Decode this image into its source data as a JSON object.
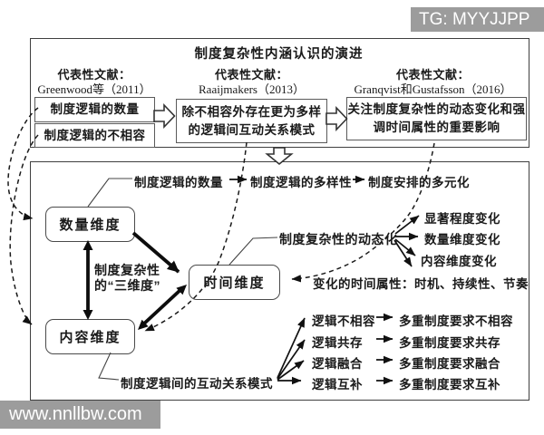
{
  "banners": {
    "tg": "TG: MYYJJPP",
    "site": "www.nnllbw.com"
  },
  "colors": {
    "banner_bg": "#9c9c9c",
    "ink": "#1a1a1a",
    "box_border": "#4a4a4a"
  },
  "evolution_panel": {
    "title": "制度复杂性内涵认识的演进",
    "columns": [
      {
        "header": "代表性文献：",
        "source": "Greenwood等（2011）",
        "boxes": [
          "制度逻辑的数量",
          "制度逻辑的不相容"
        ]
      },
      {
        "header": "代表性文献：",
        "source": "Raaijmakers（2013）",
        "boxes": [
          "除不相容外存在更为多样\n的逻辑间互动关系模式"
        ]
      },
      {
        "header": "代表性文献：",
        "source": "Granqvist和Gustafsson（2016）",
        "boxes": [
          "关注制度复杂性的动态变化和强\n调时间属性的重要影响"
        ]
      }
    ]
  },
  "dimension_panel": {
    "chain": [
      "制度逻辑的数量",
      "制度逻辑的多样性",
      "制度安排的多元化"
    ],
    "dimensions": {
      "quantity": "数量维度",
      "time": "时间维度",
      "content": "内容维度"
    },
    "three_dimensions_label": "制度复杂性\n的“三维度”",
    "dynamics_label": "制度复杂性的动态化",
    "dynamics_changes": [
      "显著程度变化",
      "数量维度变化",
      "内容维度变化"
    ],
    "time_attributes": "变化的时间属性：时机、持续性、节奏",
    "interaction_label": "制度逻辑间的互动关系模式",
    "logic_mappings": [
      {
        "from": "逻辑不相容",
        "to": "多重制度要求不相容"
      },
      {
        "from": "逻辑共存",
        "to": "多重制度要求共存"
      },
      {
        "from": "逻辑融合",
        "to": "多重制度要求融合"
      },
      {
        "from": "逻辑互补",
        "to": "多重制度要求互补"
      }
    ]
  }
}
